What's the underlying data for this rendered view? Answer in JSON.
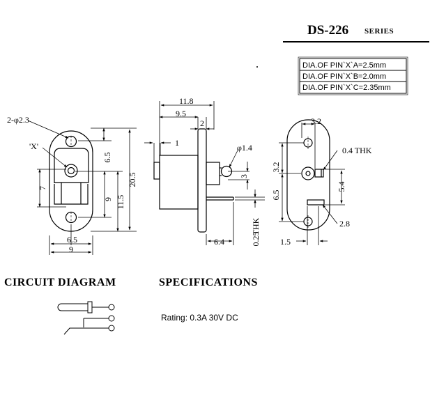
{
  "header": {
    "model": "DS-226",
    "series_label": "SERIES"
  },
  "pin_table": [
    "DIA.OF PIN`X`A=2.5mm",
    "DIA.OF PIN`X`B=2.0mm",
    "DIA.OF PIN`X`C=2.35mm"
  ],
  "front_view": {
    "hole_callout": "2-φ2.3",
    "pin_marker": "'X'",
    "dims": {
      "top_offset": "6.5",
      "overall_height": "20.5",
      "left_height": "7",
      "inner_height": "9",
      "mid_height": "11.5",
      "bottom_inner_width": "6.5",
      "bottom_width": "9"
    }
  },
  "side_view": {
    "dims": {
      "overall_length": "11.8",
      "flange_offset": "9.5",
      "flange_thickness": "2",
      "pin_step": "1",
      "terminal_hole": "φ1.4",
      "terminal_spacing": "3",
      "terminal_length": "6.4",
      "terminal_thk": "0.25",
      "thk_label": "THK"
    }
  },
  "rear_view": {
    "dims": {
      "top_width": "3.2",
      "tab_thk": "0.4 THK",
      "upper_offset": "3.2",
      "lower_offset": "6.5",
      "right_height": "5.4",
      "tab_width": "2.8",
      "bottom_offset": "1.5"
    }
  },
  "circuit": {
    "heading": "CIRCUIT  DIAGRAM"
  },
  "specs": {
    "heading": "SPECIFICATIONS",
    "rating": "Rating: 0.3A 30V DC"
  }
}
